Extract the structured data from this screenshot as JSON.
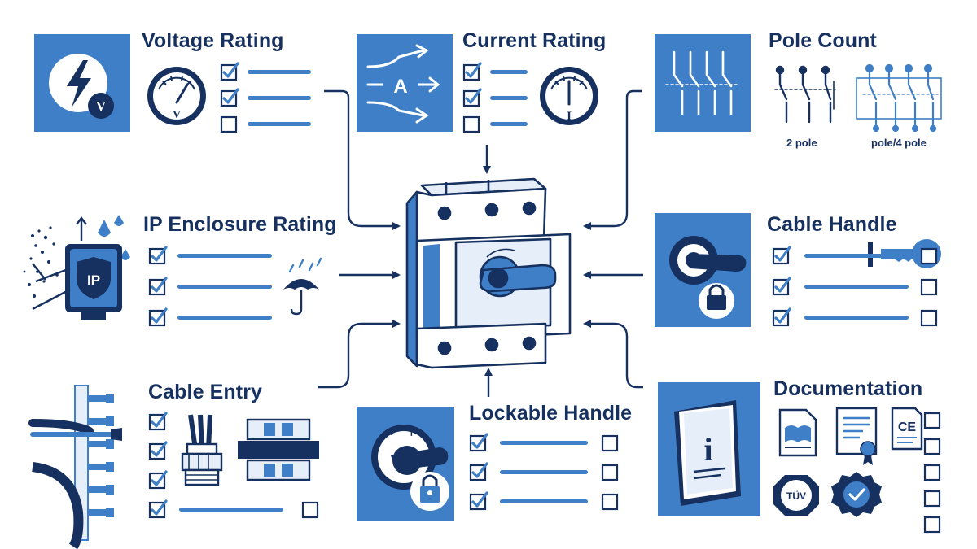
{
  "diagram": {
    "center": {
      "name": "switch-disconnector"
    },
    "colors": {
      "navy": "#16305f",
      "blue": "#3f7fc7",
      "light_blue": "#5b93d4",
      "pale": "#e6eef9",
      "white": "#ffffff"
    },
    "nodes": [
      {
        "id": "voltage",
        "title": "Voltage Rating",
        "icons": [
          "lightning-v-icon",
          "voltmeter-icon"
        ],
        "checklist": [
          true,
          true,
          false
        ]
      },
      {
        "id": "current",
        "title": "Current Rating",
        "icons": [
          "ampere-arrows-icon",
          "ammeter-icon"
        ],
        "checklist": [
          true,
          true,
          false
        ]
      },
      {
        "id": "poles",
        "title": "Pole Count",
        "icons": [
          "switch-contacts-icon",
          "two-pole-symbol-icon",
          "four-pole-symbol-icon"
        ],
        "labels": [
          "2 pole",
          "pole/4 pole"
        ]
      },
      {
        "id": "ip",
        "title": "IP Enclosure Rating",
        "icons": [
          "ip-shield-enclosure-icon",
          "umbrella-rain-icon"
        ],
        "checklist": [
          true,
          true,
          true
        ]
      },
      {
        "id": "cable_handle",
        "title": "Cable Handle",
        "icons": [
          "handle-padlock-icon",
          "key-icon"
        ],
        "checklist": [
          true,
          true,
          true
        ],
        "extra_boxes": [
          false,
          false,
          false
        ]
      },
      {
        "id": "cable_entry",
        "title": "Cable Entry",
        "icons": [
          "cables-terminal-icon",
          "cable-gland-icon",
          "cable-connector-icon"
        ],
        "checklist": [
          true,
          true,
          true,
          true
        ],
        "extra_boxes": [
          false
        ]
      },
      {
        "id": "lockable",
        "title": "Lockable Handle",
        "icons": [
          "rotary-handle-padlock-icon"
        ],
        "checklist": [
          true,
          true,
          true
        ],
        "extra_boxes": [
          false,
          false,
          false
        ]
      },
      {
        "id": "documentation",
        "title": "Documentation",
        "icons": [
          "manual-info-icon",
          "book-page-icon",
          "certificate-icon",
          "ce-mark-icon",
          "tuv-badge-icon",
          "verified-seal-icon"
        ],
        "extra_boxes": [
          false,
          false,
          false,
          false,
          false
        ],
        "ce_text": "CE",
        "tuv_text": "TÜV"
      }
    ]
  }
}
